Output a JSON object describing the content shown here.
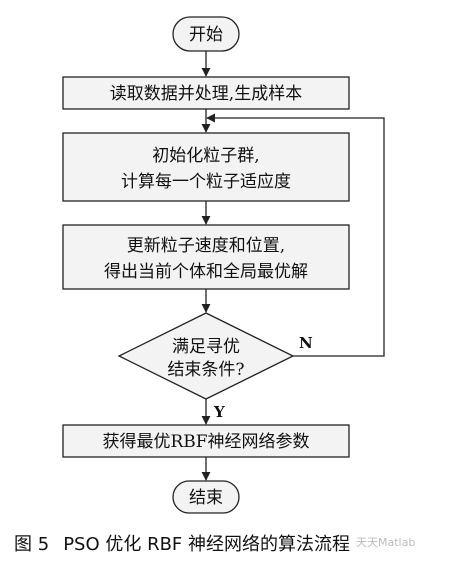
{
  "nodes": {
    "start": "开始",
    "read_data": "读取数据并处理,生成样本",
    "init_line1": "初始化粒子群,",
    "init_line2": "计算每一个粒子适应度",
    "update_line1": "更新粒子速度和位置,",
    "update_line2": "得出当前个体和全局最优解",
    "cond_line1": "满足寻优",
    "cond_line2": "结束条件?",
    "get_params": "获得最优RBF神经网络参数",
    "end": "结束"
  },
  "edges": {
    "yes": "Y",
    "no": "N"
  },
  "caption": {
    "number": "图 5",
    "text": "PSO 优化 RBF 神经网络的算法流程"
  },
  "watermark": "天天Matlab",
  "colors": {
    "stroke": "#222222",
    "box_fill": "#f3f3f3",
    "text": "#111111"
  }
}
